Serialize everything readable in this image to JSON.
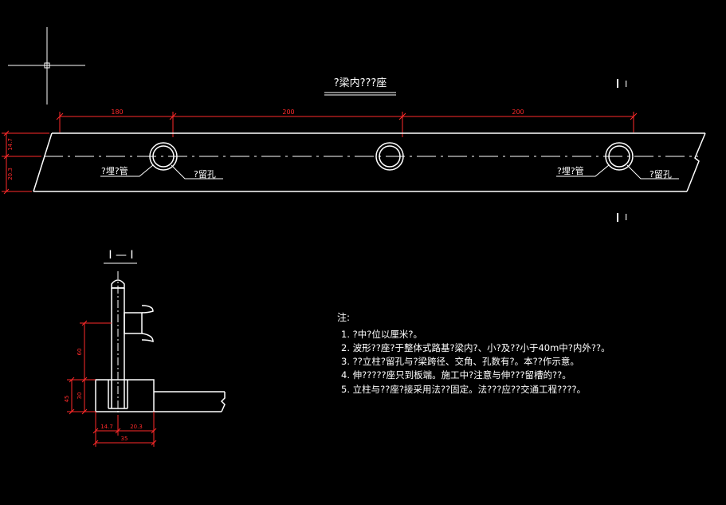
{
  "plan": {
    "title": "?梁内???座",
    "section_mark": "I",
    "dimensions": {
      "seg1": "180",
      "seg2": "200",
      "seg3": "200",
      "left_upper": "14.7",
      "left_lower": "20.3"
    },
    "labels": {
      "left_pipe": "?埋?管",
      "left_hole": "?留孔",
      "right_pipe": "?埋?管",
      "right_hole": "?留孔"
    }
  },
  "section": {
    "title": "I — I",
    "dimensions": {
      "height_upper": "60",
      "height_lower": "30",
      "height_total": "45",
      "width_left": "14.7",
      "width_right": "20.3",
      "width_total": "35"
    }
  },
  "notes": {
    "heading": "注:",
    "items": [
      "1. ?中?位以厘米?。",
      "2. 波形??座?于整体式路基?梁内?、小?及??小于40m中?内外??。",
      "3. ??立柱?留孔与?梁跨径、交角、孔数有?。本??作示意。",
      "4. 伸?????座只到板端。施工中?注意与伸???留槽的??。",
      "5. 立柱与??座?接采用法??固定。法???应??交通工程????。"
    ]
  },
  "colors": {
    "line": "#ffffff",
    "dimension": "#ff2a2a",
    "background": "#000000"
  }
}
